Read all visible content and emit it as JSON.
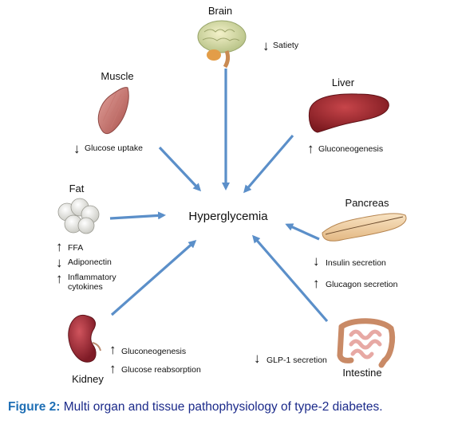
{
  "center": "Hyperglycemia",
  "organs": {
    "brain": {
      "name": "Brain",
      "effects": [
        {
          "arrow": "↓",
          "text": "Satiety"
        }
      ]
    },
    "muscle": {
      "name": "Muscle",
      "effects": [
        {
          "arrow": "↓",
          "text": "Glucose uptake"
        }
      ]
    },
    "liver": {
      "name": "Liver",
      "effects": [
        {
          "arrow": "↑",
          "text": "Gluconeogenesis"
        }
      ]
    },
    "fat": {
      "name": "Fat",
      "effects": [
        {
          "arrow": "↑",
          "text": "FFA"
        },
        {
          "arrow": "↓",
          "text": "Adiponectin"
        },
        {
          "arrow": "↑",
          "text": "Inflammatory",
          "text2": "cytokines"
        }
      ]
    },
    "pancreas": {
      "name": "Pancreas",
      "effects": [
        {
          "arrow": "↓",
          "text": "Insulin secretion"
        },
        {
          "arrow": "↑",
          "text": "Glucagon secretion"
        }
      ]
    },
    "kidney": {
      "name": "Kidney",
      "effects": [
        {
          "arrow": "↑",
          "text": "Gluconeogenesis"
        },
        {
          "arrow": "↑",
          "text": "Glucose reabsorption"
        }
      ]
    },
    "intestine": {
      "name": "Intestine",
      "effects": [
        {
          "arrow": "↓",
          "text": "GLP-1 secretion"
        }
      ]
    }
  },
  "caption": {
    "label": "Figure 2:",
    "text": "Multi organ and tissue pathophysiology of type-2 diabetes."
  },
  "colors": {
    "arrow": "#5b8fc9",
    "caption_label": "#1f6fb5",
    "caption_text": "#1b2a8a"
  }
}
